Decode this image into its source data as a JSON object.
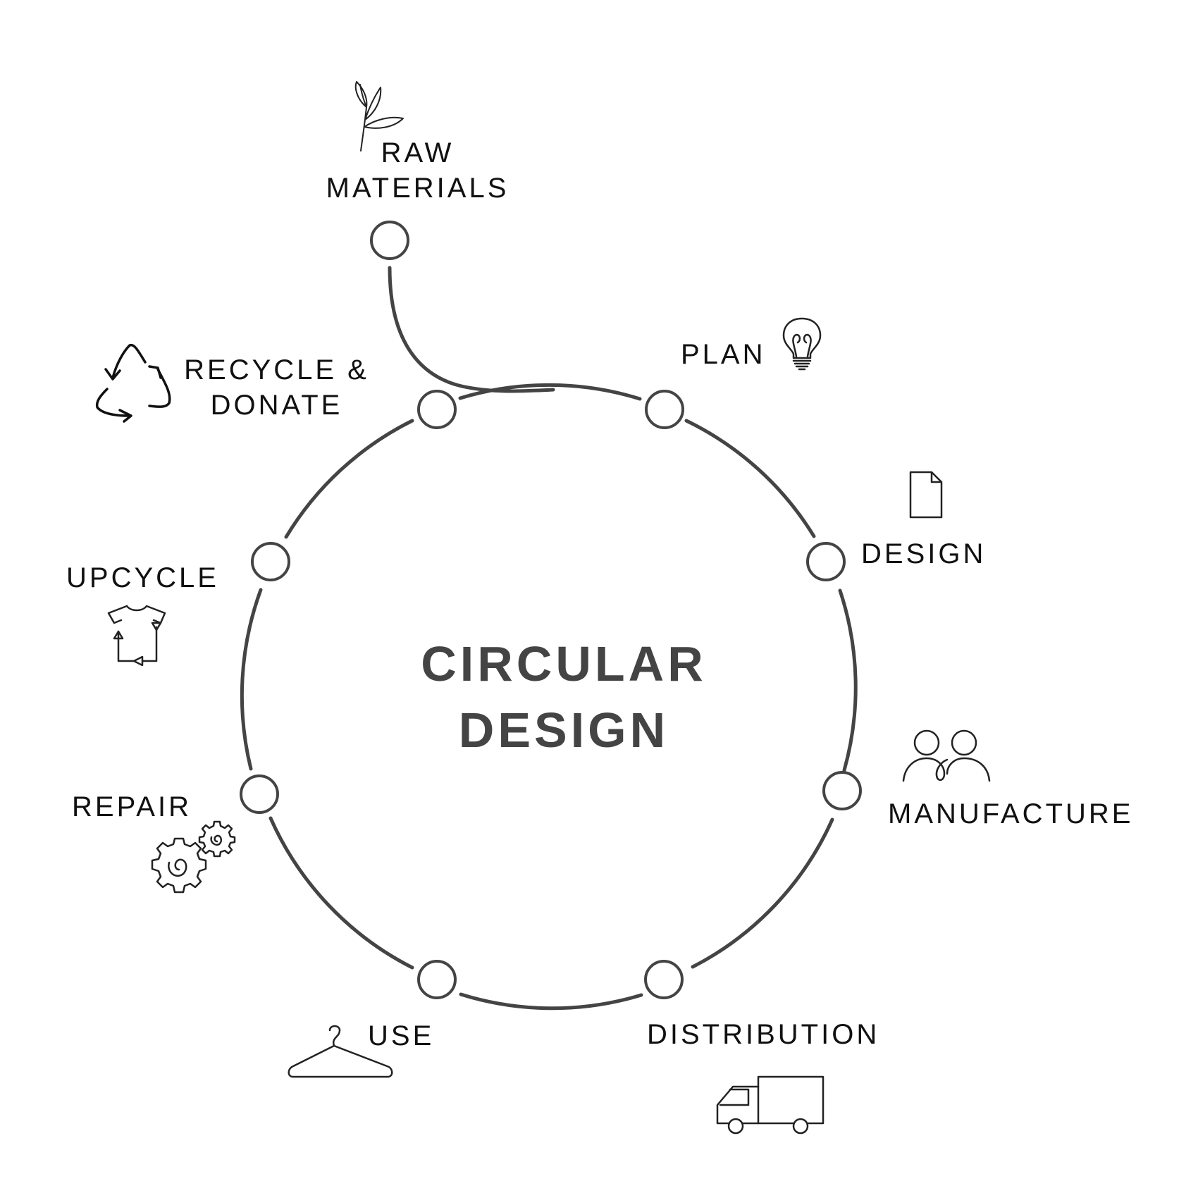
{
  "diagram": {
    "title_line1": "CIRCULAR",
    "title_line2": "DESIGN",
    "stages": {
      "raw_materials": {
        "line1": "RAW",
        "line2": "MATERIALS",
        "icon": "plant-sprout-icon"
      },
      "plan": {
        "label": "PLAN",
        "icon": "lightbulb-icon"
      },
      "design": {
        "label": "DESIGN",
        "icon": "document-icon"
      },
      "manufacture": {
        "label": "MANUFACTURE",
        "icon": "people-icon"
      },
      "distribution": {
        "label": "DISTRIBUTION",
        "icon": "truck-icon"
      },
      "use": {
        "label": "USE",
        "icon": "hanger-icon"
      },
      "repair": {
        "label": "REPAIR",
        "icon": "gears-icon"
      },
      "upcycle": {
        "label": "UPCYCLE",
        "icon": "tshirt-cycle-icon"
      },
      "recycle_donate": {
        "line1": "RECYCLE &",
        "line2": "DONATE",
        "icon": "recycle-icon"
      }
    },
    "colors": {
      "ring": "#444444",
      "text": "#111111",
      "title": "#444444",
      "background": "#ffffff"
    }
  }
}
